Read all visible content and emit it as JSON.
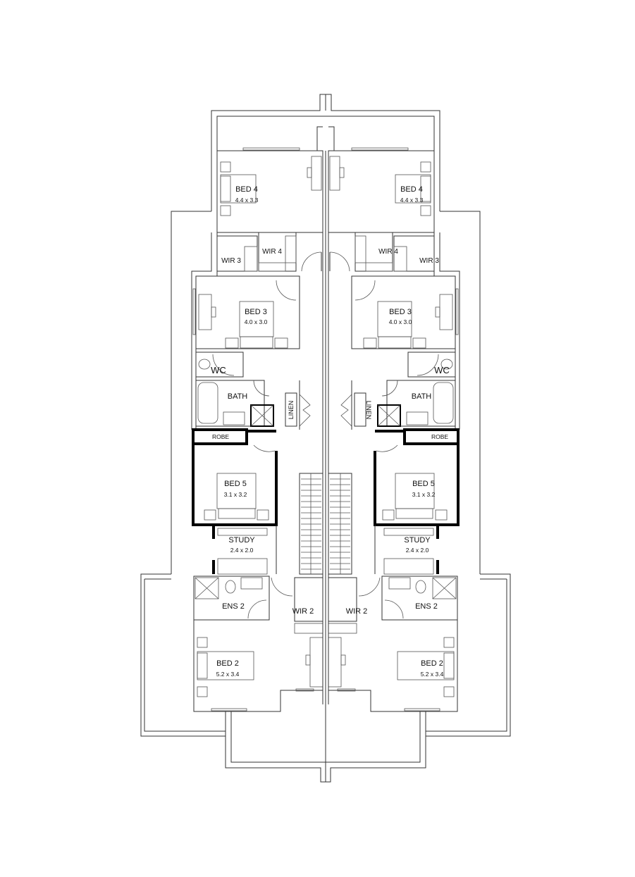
{
  "plan": {
    "line_color": "#333333",
    "rooms_left": [
      {
        "name": "BED 4",
        "size": "4.4 x 3.3"
      },
      {
        "name": "WIR 3",
        "size": ""
      },
      {
        "name": "WIR 4",
        "size": ""
      },
      {
        "name": "BED 3",
        "size": "4.0 x 3.0"
      },
      {
        "name": "WC",
        "size": ""
      },
      {
        "name": "BATH",
        "size": ""
      },
      {
        "name": "LINEN",
        "size": ""
      },
      {
        "name": "ROBE",
        "size": ""
      },
      {
        "name": "BED 5",
        "size": "3.1 x 3.2"
      },
      {
        "name": "STUDY",
        "size": "2.4 x 2.0"
      },
      {
        "name": "ENS 2",
        "size": ""
      },
      {
        "name": "WIR 2",
        "size": ""
      },
      {
        "name": "BED 2",
        "size": "5.2 x 3.4"
      }
    ],
    "rooms_right": [
      {
        "name": "BED 4",
        "size": "4.4 x 3.3"
      },
      {
        "name": "WIR 3",
        "size": ""
      },
      {
        "name": "WIR 4",
        "size": ""
      },
      {
        "name": "BED 3",
        "size": "4.0 x 3.0"
      },
      {
        "name": "WC",
        "size": ""
      },
      {
        "name": "BATH",
        "size": ""
      },
      {
        "name": "LINEN",
        "size": ""
      },
      {
        "name": "ROBE",
        "size": ""
      },
      {
        "name": "BED 5",
        "size": "3.1 x 3.2"
      },
      {
        "name": "STUDY",
        "size": "2.4 x 2.0"
      },
      {
        "name": "ENS 2",
        "size": ""
      },
      {
        "name": "WIR 2",
        "size": ""
      },
      {
        "name": "BED 2",
        "size": "5.2 x 3.4"
      }
    ]
  }
}
